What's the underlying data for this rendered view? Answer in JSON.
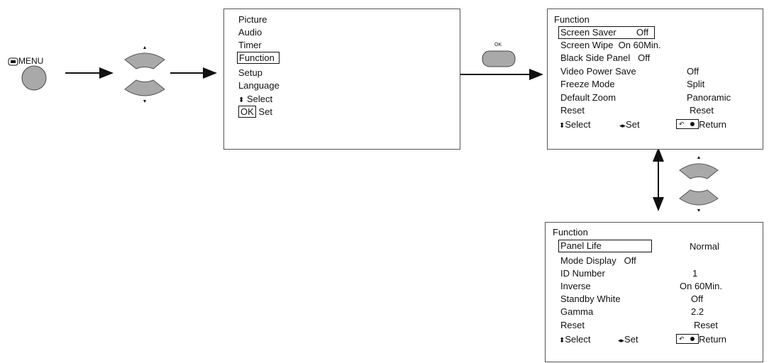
{
  "remote": {
    "menu_label": "MENU",
    "ok_label": "OK"
  },
  "main_menu": {
    "items": [
      "Picture",
      "Audio",
      "Timer",
      "Function",
      "Setup",
      "Language"
    ],
    "selected_index": 3,
    "select_hint": "Select",
    "ok_key": "OK",
    "set_hint": "Set"
  },
  "function_page1": {
    "title": "Function",
    "rows": [
      {
        "label": "Screen Saver",
        "value": "Off"
      },
      {
        "label": "Screen Wipe",
        "value": "On  60Min."
      },
      {
        "label": "Black Side Panel",
        "value": "Off"
      },
      {
        "label": "Video Power Save",
        "value": "Off"
      },
      {
        "label": "Freeze Mode",
        "value": "Split"
      },
      {
        "label": "Default Zoom",
        "value": "Panoramic"
      },
      {
        "label": "Reset",
        "value": "Reset"
      }
    ],
    "select_hint": "Select",
    "set_hint": "Set",
    "return_hint": "Return"
  },
  "function_page2": {
    "title": "Function",
    "rows": [
      {
        "label": "Panel Life",
        "value": "Normal"
      },
      {
        "label": "Mode Display",
        "value": "Off"
      },
      {
        "label": "ID Number",
        "value": "1"
      },
      {
        "label": "Inverse",
        "value": "On  60Min."
      },
      {
        "label": "Standby White",
        "value": "Off"
      },
      {
        "label": "Gamma",
        "value": "2.2"
      },
      {
        "label": "Reset",
        "value": "Reset"
      }
    ],
    "select_hint": "Select",
    "set_hint": "Set",
    "return_hint": "Return"
  }
}
